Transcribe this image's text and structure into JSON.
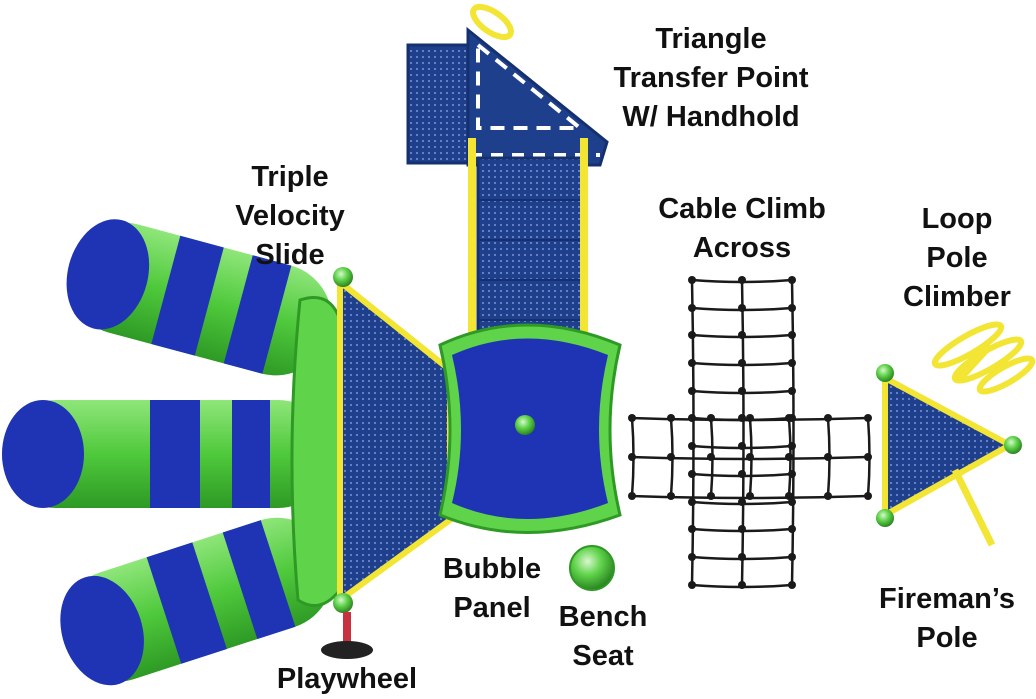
{
  "colors": {
    "deck_blue": "#1e3f8c",
    "slide_blue": "#1f33b5",
    "green": "#5fd34a",
    "yellow": "#f3e533",
    "red": "#c8313f",
    "net": "#1a1a1a"
  },
  "labels": {
    "triangle_transfer": [
      "Triangle",
      "Transfer Point",
      "W/ Handhold"
    ],
    "triple_slide": [
      "Triple",
      "Velocity",
      "Slide"
    ],
    "cable_climb": [
      "Cable Climb",
      "Across"
    ],
    "loop_pole": [
      "Loop",
      "Pole",
      "Climber"
    ],
    "bubble_panel": [
      "Bubble",
      "Panel"
    ],
    "bench_seat": [
      "Bench",
      "Seat"
    ],
    "firemans_pole": [
      "Fireman’s",
      "Pole"
    ],
    "playwheel": [
      "Playwheel"
    ]
  }
}
